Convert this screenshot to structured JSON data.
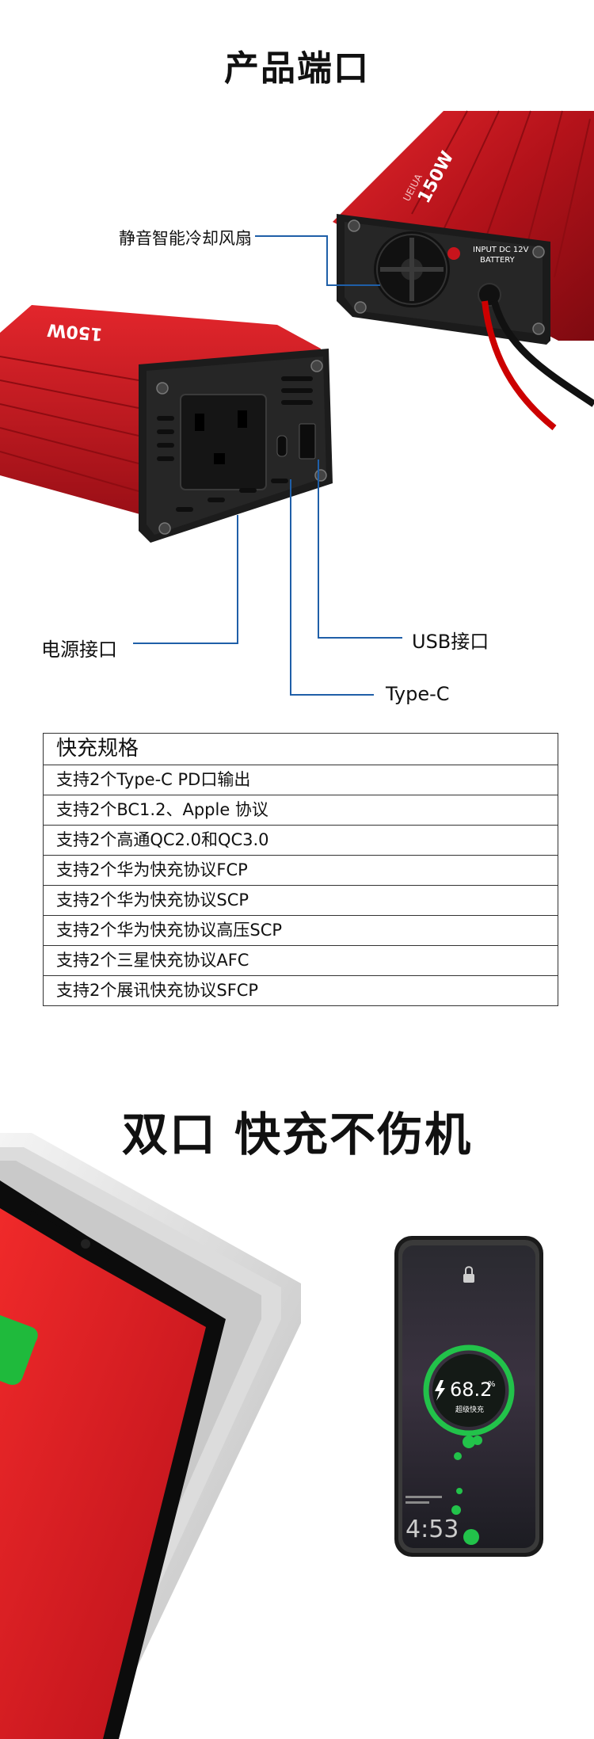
{
  "section1": {
    "title": "产品端口",
    "callouts": {
      "fan": "静音智能冷却风扇",
      "power": "电源接口",
      "usb": "USB接口",
      "typec": "Type-C"
    },
    "product": {
      "top_unit_label": "150W",
      "top_brand": "UEIUA",
      "input_label_1": "INPUT DC 12V",
      "input_label_2": "BATTERY",
      "side_unit_label": "150W"
    }
  },
  "spec_table": {
    "header": "快充规格",
    "rows": [
      "支持2个Type-C PD口输出",
      "支持2个BC1.2、Apple 协议",
      "支持2个高通QC2.0和QC3.0",
      "支持2个华为快充协议FCP",
      "支持2个华为快充协议SCP",
      "支持2个华为快充协议高压SCP",
      "支持2个三星快充协议AFC",
      "支持2个展讯快充协议SFCP"
    ]
  },
  "section2": {
    "title": "双口 快充不伤机",
    "phone": {
      "percent": "68.2",
      "percent_sign": "%",
      "status": "超级快充",
      "clock": "4:53"
    }
  },
  "colors": {
    "product_red": "#c8141c",
    "callout_line": "#1f5fa8",
    "charge_green": "#22c24a"
  }
}
